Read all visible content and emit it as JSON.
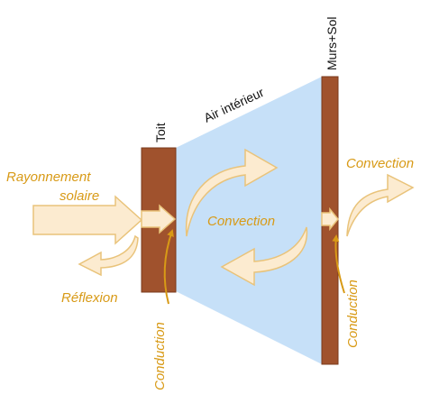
{
  "labels": {
    "roof": "Toit",
    "walls_floor": "Murs+Sol",
    "indoor_air": "Air intérieur",
    "solar_radiation_line1": "Rayonnement",
    "solar_radiation_line2": "solaire",
    "reflection": "Réflexion",
    "convection_inside": "Convection",
    "convection_outside": "Convection",
    "conduction_roof": "Conduction",
    "conduction_walls": "Conduction"
  },
  "colors": {
    "wall": "#a0522d",
    "wall_stroke": "#7a3a1c",
    "air": "#c6e0f8",
    "arrow_fill": "#fcebd0",
    "arrow_stroke": "#e9c37a",
    "text_orange": "#d89a16",
    "text_black": "#111111"
  }
}
